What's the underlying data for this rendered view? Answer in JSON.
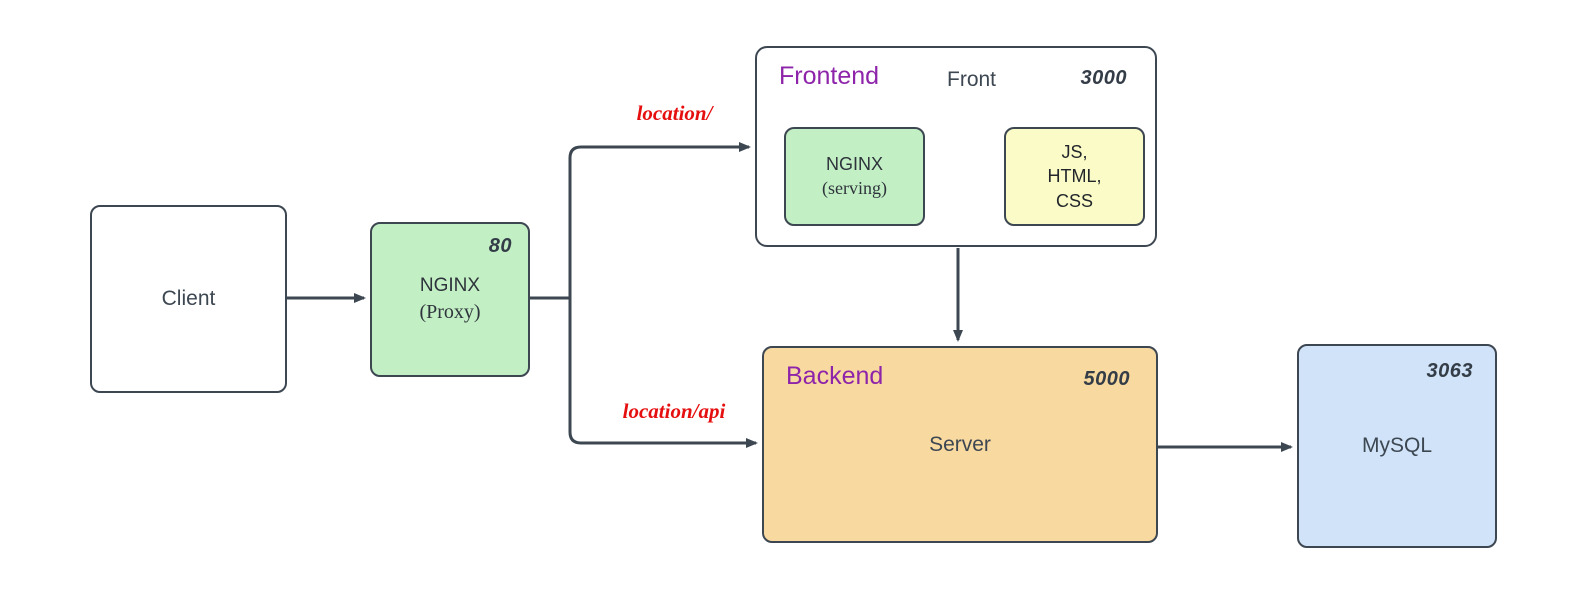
{
  "diagram": {
    "nodes": {
      "client": {
        "label": "Client"
      },
      "proxy": {
        "port": "80",
        "line1": "NGINX",
        "line2": "(Proxy)"
      },
      "frontend": {
        "title": "Frontend",
        "subtitle": "Front",
        "port": "3000",
        "serving": {
          "line1": "NGINX",
          "line2": "(serving)"
        },
        "assets": {
          "line1": "JS,",
          "line2": "HTML,",
          "line3": "CSS"
        }
      },
      "backend": {
        "title": "Backend",
        "port": "5000",
        "label": "Server"
      },
      "mysql": {
        "port": "3063",
        "label": "MySQL"
      }
    },
    "edge_labels": {
      "to_frontend": "location/",
      "to_backend": "location/api"
    },
    "colors": {
      "stroke": "#3d4752",
      "green_fill": "#c3efc5",
      "yellow_fill": "#fafbc7",
      "orange_fill": "#f8d9a0",
      "blue_fill": "#d0e3f8",
      "title_purple": "#8e24aa",
      "edge_label_red": "#e60f0f",
      "background": "#ffffff"
    }
  }
}
